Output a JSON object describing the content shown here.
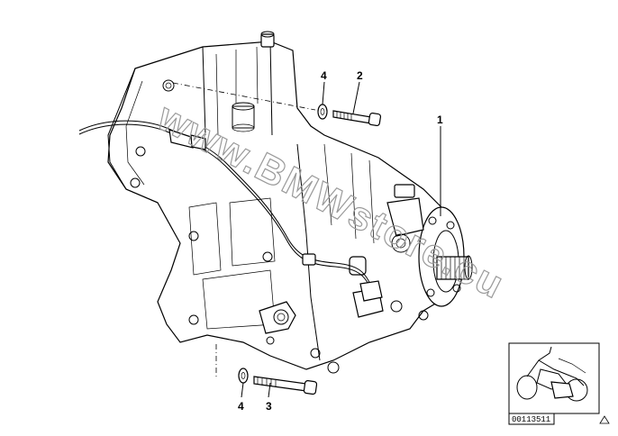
{
  "callouts": {
    "c1": "1",
    "c2": "2",
    "c3": "3",
    "c4_top": "4",
    "c4_bottom": "4"
  },
  "watermark": "www.BMWstore.cu",
  "part_number": "00113511",
  "icons": {
    "thumbnail": "motorcycle-thumbnail-icon",
    "corner": "triangle-icon"
  }
}
